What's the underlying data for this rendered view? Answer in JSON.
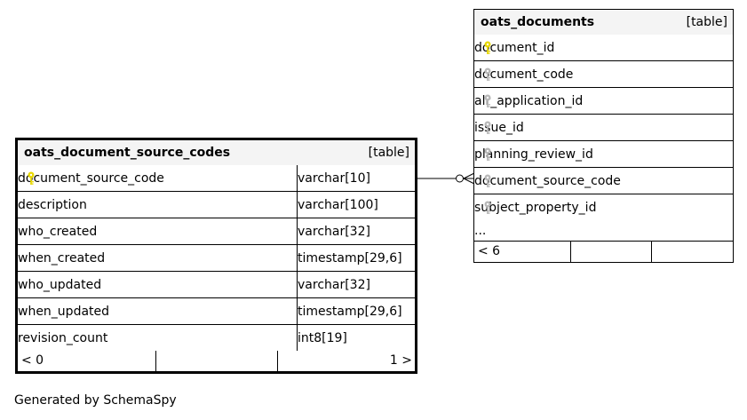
{
  "colors": {
    "primary_key": "#e8d800",
    "foreign_key": "#b8b8b8",
    "header_bg": "#f4f4f4",
    "border": "#000000"
  },
  "source_table": {
    "name": "oats_document_source_codes",
    "kind": "[table]",
    "columns": [
      {
        "name": "document_source_code",
        "type": "varchar[10]",
        "key": "primary-key-icon"
      },
      {
        "name": "description",
        "type": "varchar[100]"
      },
      {
        "name": "who_created",
        "type": "varchar[32]"
      },
      {
        "name": "when_created",
        "type": "timestamp[29,6]"
      },
      {
        "name": "who_updated",
        "type": "varchar[32]"
      },
      {
        "name": "when_updated",
        "type": "timestamp[29,6]"
      },
      {
        "name": "revision_count",
        "type": "int8[19]"
      }
    ],
    "footer": {
      "left": "< 0",
      "right": "1 >"
    }
  },
  "target_table": {
    "name": "oats_documents",
    "kind": "[table]",
    "columns": [
      {
        "name": "document_id",
        "key": "primary-key-icon"
      },
      {
        "name": "document_code",
        "key": "foreign-key-icon"
      },
      {
        "name": "alr_application_id",
        "key": "foreign-key-icon"
      },
      {
        "name": "issue_id",
        "key": "foreign-key-icon"
      },
      {
        "name": "planning_review_id",
        "key": "foreign-key-icon"
      },
      {
        "name": "document_source_code",
        "key": "foreign-key-icon"
      },
      {
        "name": "subject_property_id",
        "key": "foreign-key-icon"
      }
    ],
    "more": "...",
    "footer": {
      "left": "< 6"
    }
  },
  "relationship": {
    "from": "oats_document_source_codes.document_source_code",
    "to": "oats_documents.document_source_code",
    "cardinality": "one-to-zero-or-many"
  },
  "generated_by": "Generated by SchemaSpy"
}
